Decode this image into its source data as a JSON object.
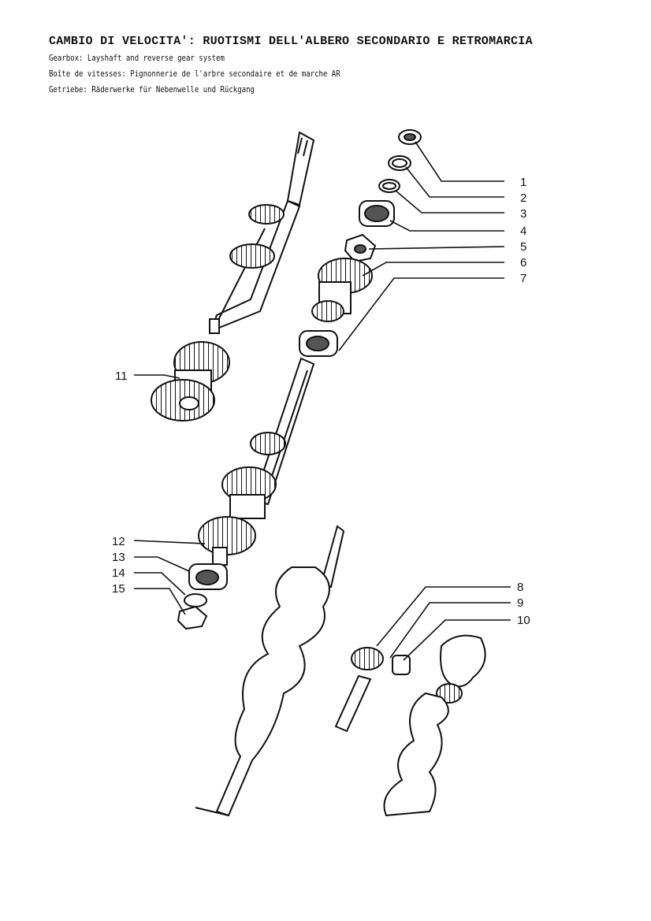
{
  "header": {
    "title": "CAMBIO DI VELOCITA': RUOTISMI DELL'ALBERO SECONDARIO E RETROMARCIA",
    "subtitle_en": "Gearbox: Layshaft and reverse gear system",
    "subtitle_fr": "Boîte de vitesses: Pignonnerie de l'arbre secondaire et de marche AR",
    "subtitle_de": "Getriebe: Räderwerke für Nebenwelle und Rückgang"
  },
  "callouts": [
    "1",
    "2",
    "3",
    "4",
    "5",
    "6",
    "7",
    "8",
    "9",
    "10",
    "11",
    "12",
    "13",
    "14",
    "15"
  ],
  "colors": {
    "ink": "#111111",
    "paper": "#ffffff",
    "shade": "#9a9a9a"
  }
}
